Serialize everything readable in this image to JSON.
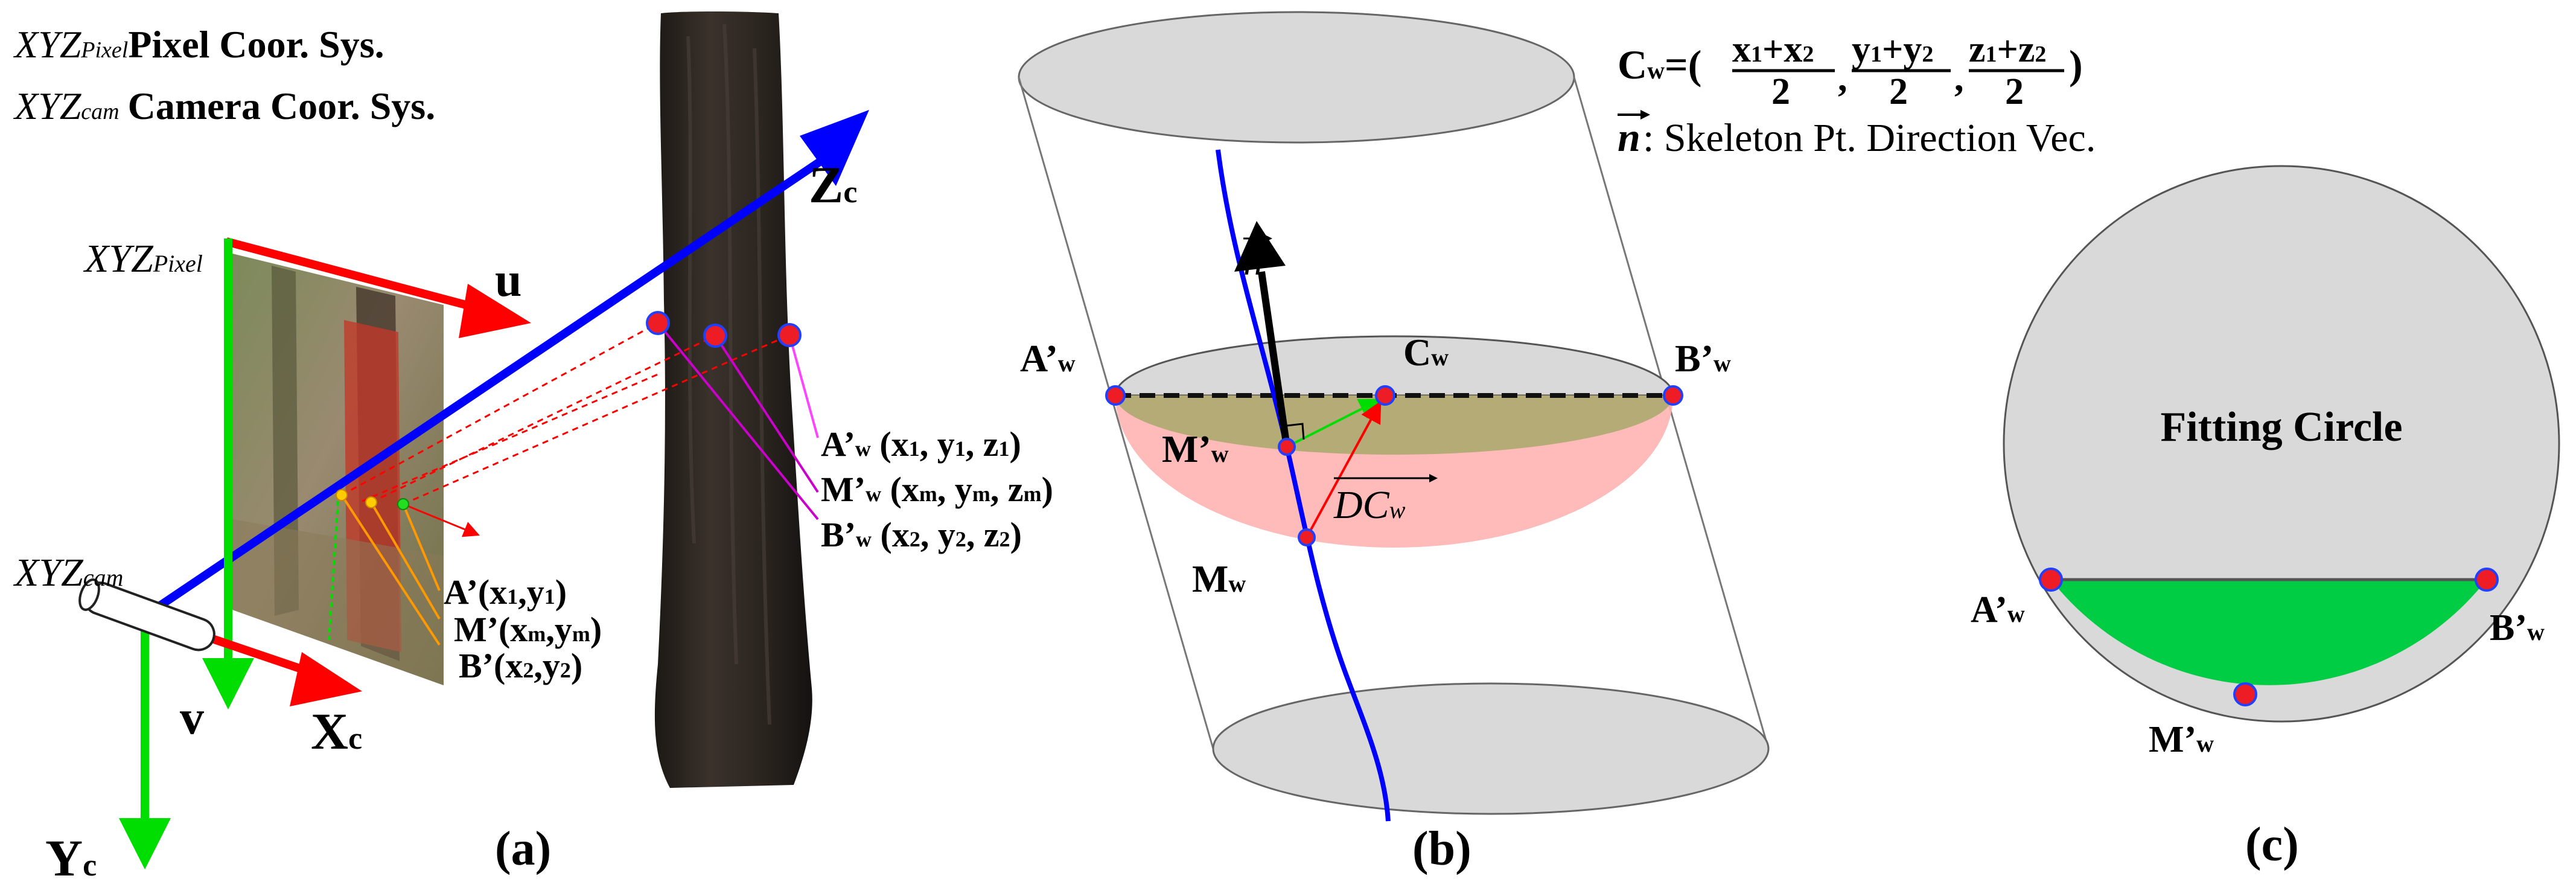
{
  "legend": {
    "pixel_sym": "XYZ",
    "pixel_sub": "Pixel",
    "pixel_desc": "Pixel Coor. Sys.",
    "cam_sym": "XYZ",
    "cam_sub": "cam",
    "cam_desc": "Camera Coor. Sys."
  },
  "panel_a": {
    "caption": "(a)",
    "pixel_sym": "XYZ",
    "pixel_sub": "Pixel",
    "cam_sym": "XYZ",
    "cam_sub": "cam",
    "axis_u": "u",
    "axis_v": "v",
    "axis_xc": "X",
    "axis_xc_sub": "c",
    "axis_yc": "Y",
    "axis_yc_sub": "c",
    "axis_zc": "Z",
    "axis_zc_sub": "c",
    "img_a": "A’(x",
    "img_a_sub1": "1",
    "img_a_mid": ",y",
    "img_a_sub2": "1",
    "img_a_end": ")",
    "img_m": "M’(x",
    "img_m_sub1": "m",
    "img_m_mid": ",y",
    "img_m_sub2": "m",
    "img_m_end": ")",
    "img_b": "B’(x",
    "img_b_sub1": "2",
    "img_b_mid": ",y",
    "img_b_sub2": "2",
    "img_b_end": ")",
    "w_a_pre": "A’",
    "w_a_sub": "w",
    "w_a_coords": " (x",
    "w_a_s1": "1",
    "w_a_c2": ", y",
    "w_a_s2": "1",
    "w_a_c3": ", z",
    "w_a_s3": "1",
    "w_a_end": ")",
    "w_m_pre": "M’",
    "w_m_sub": "w",
    "w_m_coords": " (x",
    "w_m_s1": "m",
    "w_m_c2": ", y",
    "w_m_s2": "m",
    "w_m_c3": ", z",
    "w_m_s3": "m",
    "w_m_end": ")",
    "w_b_pre": "B’",
    "w_b_sub": "w",
    "w_b_coords": " (x",
    "w_b_s1": "2",
    "w_b_c2": ", y",
    "w_b_s2": "2",
    "w_b_c3": ", z",
    "w_b_s3": "2",
    "w_b_end": ")"
  },
  "panel_b": {
    "caption": "(b)",
    "formula_lhs": "C",
    "formula_lhs_sub": "w",
    "formula_eq": "=(",
    "frac1_num_a": "x",
    "frac1_num_a_sub": "1",
    "frac1_num_plus": "+",
    "frac1_num_b": "x",
    "frac1_num_b_sub": "2",
    "frac2_num_a": "y",
    "frac2_num_a_sub": "1",
    "frac2_num_plus": "+",
    "frac2_num_b": "y",
    "frac2_num_b_sub": "2",
    "frac3_num_a": "z",
    "frac3_num_a_sub": "1",
    "frac3_num_plus": "+",
    "frac3_num_b": "z",
    "frac3_num_b_sub": "2",
    "frac_den": "2",
    "comma": ",",
    "formula_close": ")",
    "n_symbol": "n",
    "n_desc": ": Skeleton Pt. Direction Vec.",
    "label_a": "A’",
    "label_a_sub": "w",
    "label_b": "B’",
    "label_b_sub": "w",
    "label_c": "C",
    "label_c_sub": "w",
    "label_m": "M’",
    "label_m_sub": "w",
    "label_mw": "M",
    "label_mw_sub": "w",
    "label_n": "n",
    "label_dc": "DC",
    "label_dc_sub": "w"
  },
  "panel_c": {
    "caption": "(c)",
    "title": "Fitting Circle",
    "label_a": "A’",
    "label_a_sub": "w",
    "label_b": "B’",
    "label_b_sub": "w",
    "label_m": "M’",
    "label_m_sub": "w"
  },
  "colors": {
    "red": "#ff0000",
    "blue": "#0000ff",
    "green": "#00dd00",
    "gray": "#d9d9d9",
    "pink": "#ffb3b3",
    "olive": "#a8a86a",
    "fitting_green": "#00cc44",
    "trunk": "#2b2420",
    "point_red": "#ee1c24",
    "point_edge": "#2040ff"
  }
}
